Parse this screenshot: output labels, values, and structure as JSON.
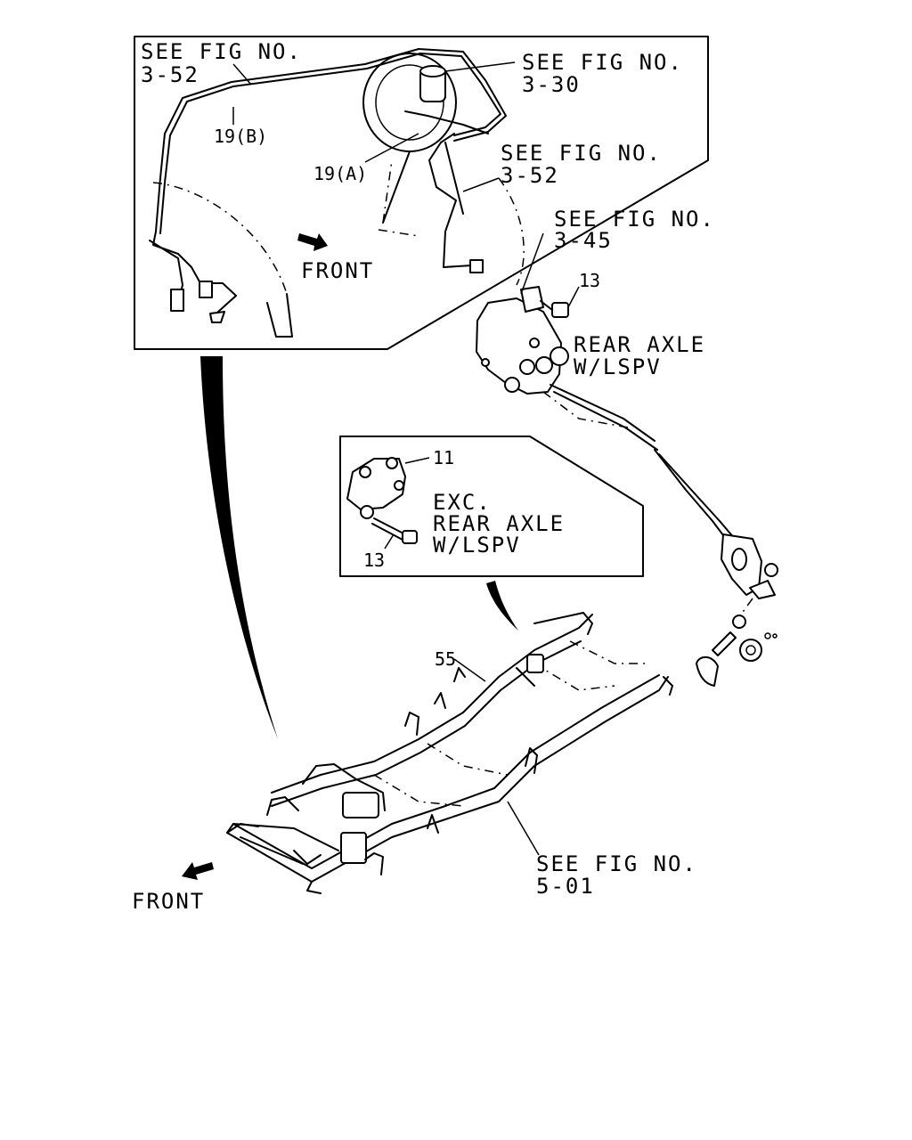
{
  "labels": {
    "see_3_52_top_a": "SEE FIG NO.",
    "see_3_52_top_b": "3-52",
    "see_3_30_a": "SEE FIG NO.",
    "see_3_30_b": "3-30",
    "see_3_52_mid_a": "SEE FIG NO.",
    "see_3_52_mid_b": "3-52",
    "see_3_45_a": "SEE FIG NO.",
    "see_3_45_b": "3-45",
    "see_5_01_a": "SEE FIG NO.",
    "see_5_01_b": "5-01",
    "front_inset": "FRONT",
    "front_frame": "FRONT",
    "rear_axle_a": "REAR AXLE",
    "rear_axle_b": "W/LSPV",
    "exc_a": "EXC.",
    "exc_b": "REAR AXLE",
    "exc_c": "W/LSPV"
  },
  "callouts": {
    "c19b": "19(B)",
    "c19a": "19(A)",
    "c13_top": "13",
    "c11": "11",
    "c13_inset": "13",
    "c55": "55"
  }
}
